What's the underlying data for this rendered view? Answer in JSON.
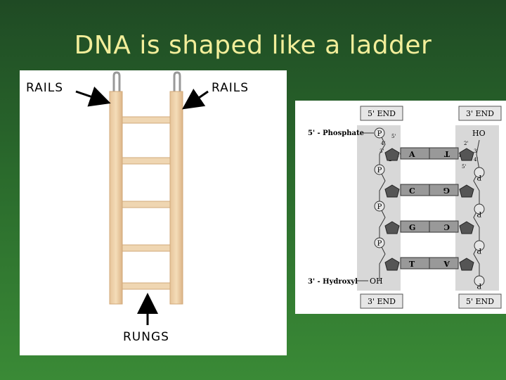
{
  "slide": {
    "title": "DNA is shaped like a ladder"
  },
  "ladder": {
    "label_left_rail": "RAILS",
    "label_right_rail": "RAILS",
    "label_rungs": "RUNGS"
  },
  "dna_diagram": {
    "top_left_end": "5' END",
    "top_right_end": "3' END",
    "bottom_left_end": "3' END",
    "bottom_right_end": "5' END",
    "phosphate_label": "5' - Phosphate",
    "hydroxyl_label": "3' - Hydroxyl",
    "ho_label": "HO",
    "oh_label": "OH",
    "phosphate_symbol": "P",
    "pairs": [
      {
        "left": "A",
        "right": "T"
      },
      {
        "left": "C",
        "right": "G"
      },
      {
        "left": "G",
        "right": "C"
      },
      {
        "left": "T",
        "right": "A"
      }
    ],
    "carbon_labels": [
      "5'",
      "4'",
      "3'",
      "2'",
      "1'",
      "2'",
      "3'",
      "1'",
      "4'",
      "5'"
    ]
  }
}
